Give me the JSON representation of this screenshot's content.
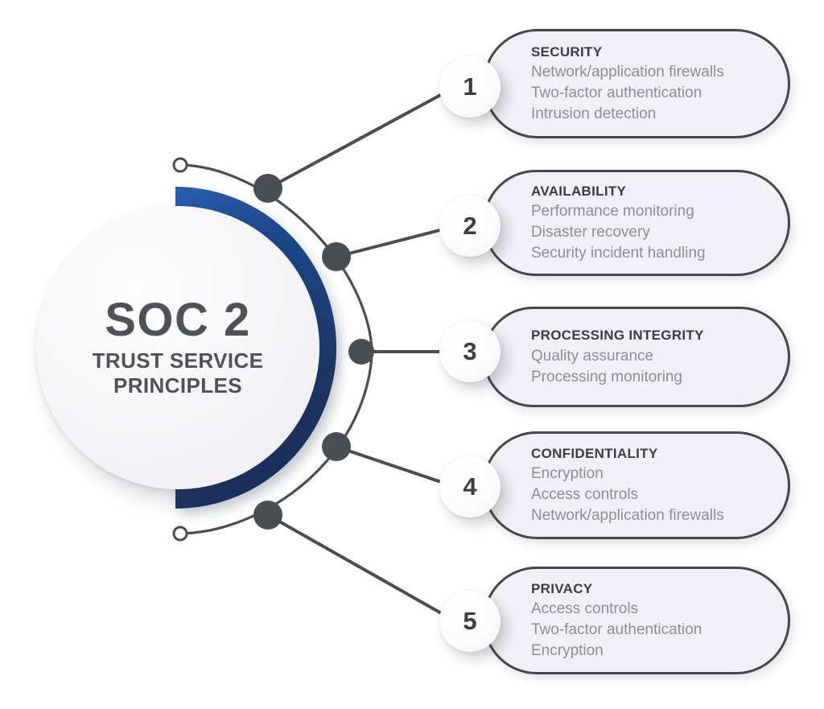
{
  "hub": {
    "main_title": "SOC 2",
    "subtitle_line1": "TRUST SERVICE",
    "subtitle_line2": "PRINCIPLES"
  },
  "colors": {
    "arc_blue_light": "#21539c",
    "arc_blue_dark": "#1a3668",
    "connector_gray": "#4a4d52",
    "node_gray": "#4a4d52",
    "card_fill": "#f1f0f6",
    "card_border": "#44474d",
    "title_text": "#3a3d42",
    "body_text": "#8b8e95",
    "hub_text": "#4e5256",
    "background": "#ffffff"
  },
  "principles": [
    {
      "number": "1",
      "title": "SECURITY",
      "lines": [
        "Network/application firewalls",
        "Two-factor authentication",
        "Intrusion detection"
      ]
    },
    {
      "number": "2",
      "title": "AVAILABILITY",
      "lines": [
        "Performance monitoring",
        "Disaster recovery",
        "Security incident handling"
      ]
    },
    {
      "number": "3",
      "title": "PROCESSING INTEGRITY",
      "lines": [
        "Quality assurance",
        "Processing monitoring"
      ]
    },
    {
      "number": "4",
      "title": "CONFIDENTIALITY",
      "lines": [
        "Encryption",
        "Access controls",
        "Network/application firewalls"
      ]
    },
    {
      "number": "5",
      "title": "PRIVACY",
      "lines": [
        "Access controls",
        "Two-factor authentication",
        "Encryption"
      ]
    }
  ]
}
